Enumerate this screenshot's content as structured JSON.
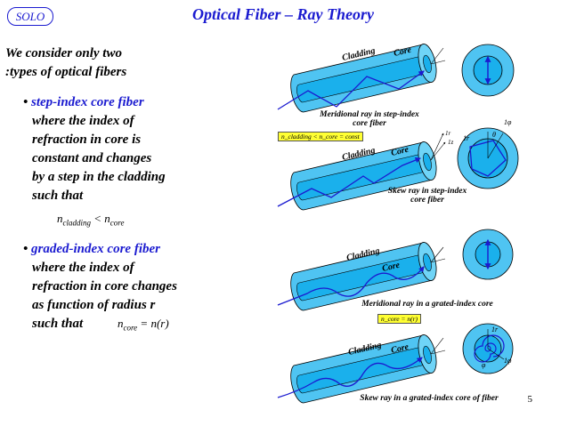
{
  "header": {
    "logo": "SOLO",
    "title": "Optical Fiber – Ray Theory"
  },
  "intro": {
    "line1": "We consider only two",
    "line2": ":types of optical fibers"
  },
  "step_index": {
    "heading": "step-index core fiber",
    "lines": [
      "where the index of",
      "refraction in core is",
      "constant and changes",
      "by a step in the cladding",
      "such that"
    ],
    "formula_lhs": "n",
    "formula_lhs_sub": "cladding",
    "formula_op": " < n",
    "formula_rhs_sub": "core"
  },
  "graded_index": {
    "heading": "graded-index core fiber",
    "lines": [
      "where the index of",
      "refraction in core changes",
      "as function of radius r",
      "such that"
    ],
    "formula_lhs": "n",
    "formula_lhs_sub": "core",
    "formula_rhs": " = n(r)"
  },
  "diagrams": {
    "cladding": "Cladding",
    "core": "Core",
    "caption1_line1": "Meridional ray in step-index",
    "caption1_line2": "core fiber",
    "box1": "n_cladding < n_core = const",
    "caption2_line1": "Skew ray in step-index",
    "caption2_line2": "core fiber",
    "caption3": "Meridional ray in a grated-index core",
    "box2": "n_core = n(r)",
    "caption4": "Skew ray in a grated-index core of fiber",
    "axis_labels": [
      "1r",
      "1z",
      "1φ",
      "θ",
      "1φ",
      "1r",
      "φ"
    ]
  },
  "page_number": "5",
  "colors": {
    "accent": "#1b1bd0",
    "cladding_fill": "#4fc4f2",
    "core_fill": "#1ab0ec",
    "highlight": "#ffff33"
  }
}
